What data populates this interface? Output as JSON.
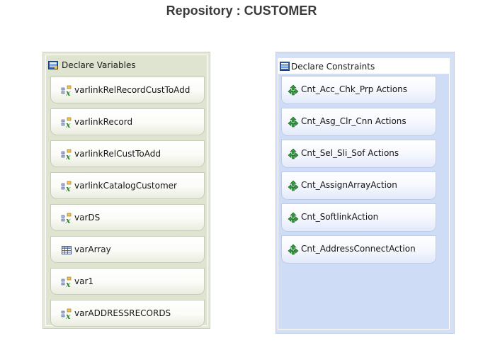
{
  "page": {
    "title": "Repository : CUSTOMER"
  },
  "variables_panel": {
    "header": "Declare Variables",
    "items": [
      {
        "label": "varlinkRelRecordCustToAdd",
        "icon": "variable-link-icon"
      },
      {
        "label": "varlinkRecord",
        "icon": "variable-link-icon"
      },
      {
        "label": "varlinkRelCustToAdd",
        "icon": "variable-link-icon"
      },
      {
        "label": "varlinkCatalogCustomer",
        "icon": "variable-link-icon"
      },
      {
        "label": "varDS",
        "icon": "variable-link-icon"
      },
      {
        "label": "varArray",
        "icon": "array-grid-icon"
      },
      {
        "label": "var1",
        "icon": "variable-link-icon"
      },
      {
        "label": "varADDRESSRECORDS",
        "icon": "variable-link-icon"
      }
    ]
  },
  "constraints_panel": {
    "header": "Declare Constraints",
    "items": [
      {
        "label": "Cnt_Acc_Chk_Prp Actions",
        "icon": "constraint-arrows-icon"
      },
      {
        "label": "Cnt_Asg_Clr_Cnn Actions",
        "icon": "constraint-arrows-icon"
      },
      {
        "label": "Cnt_Sel_Sli_Sof Actions",
        "icon": "constraint-arrows-icon"
      },
      {
        "label": "Cnt_AssignArrayAction",
        "icon": "constraint-arrows-icon"
      },
      {
        "label": "Cnt_SoftlinkAction",
        "icon": "constraint-arrows-icon"
      },
      {
        "label": "Cnt_AddressConnectAction",
        "icon": "constraint-arrows-icon"
      }
    ]
  },
  "colors": {
    "variables_panel_bg": "#e6eadb",
    "constraints_panel_bg": "#d4e0f6",
    "title_text": "#3b3b3b"
  }
}
